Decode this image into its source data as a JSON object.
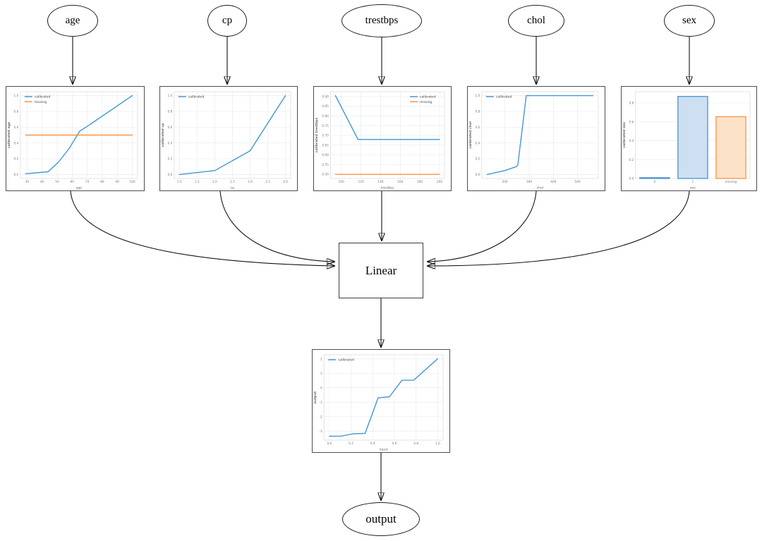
{
  "nodes": {
    "age": {
      "label": "age"
    },
    "cp": {
      "label": "cp"
    },
    "trestbps": {
      "label": "trestbps"
    },
    "chol": {
      "label": "chol"
    },
    "sex": {
      "label": "sex"
    },
    "linear": {
      "label": "Linear"
    },
    "output": {
      "label": "output"
    }
  },
  "colors": {
    "calibrated": "#4596d2",
    "missing": "#fd9243",
    "calibrated_fill": "#cddff1",
    "missing_fill": "#fce3c8",
    "grid": "#e7ecf2",
    "frame": "#d7dde5",
    "tick": "#777777",
    "label": "#666666",
    "legend_text": "#444444"
  },
  "chart_data": [
    {
      "id": "age",
      "type": "line",
      "title": "",
      "xlabel": "age",
      "ylabel": "calibrated age",
      "xlim": [
        25.5,
        103.5
      ],
      "ylim": [
        -0.05,
        1.05
      ],
      "xticks": {
        "values": [
          30,
          40,
          50,
          60,
          70,
          80,
          90,
          100
        ],
        "labels": [
          "30",
          "40",
          "50",
          "60",
          "70",
          "80",
          "90",
          "100"
        ]
      },
      "yticks": {
        "values": [
          0.0,
          0.2,
          0.4,
          0.6,
          0.8,
          1.0
        ],
        "labels": [
          "0.0",
          "0.2",
          "0.4",
          "0.6",
          "0.8",
          "1.0"
        ]
      },
      "legend": {
        "position": "top-left",
        "entries": [
          {
            "label": "calibrated",
            "color": "calibrated"
          },
          {
            "label": "missing",
            "color": "missing"
          }
        ]
      },
      "series": [
        {
          "name": "calibrated",
          "color": "calibrated",
          "points": [
            [
              29,
              0.01
            ],
            [
              44,
              0.035
            ],
            [
              51,
              0.16
            ],
            [
              58,
              0.33
            ],
            [
              65,
              0.55
            ],
            [
              70,
              0.61
            ],
            [
              100,
              1.0
            ]
          ]
        },
        {
          "name": "missing",
          "color": "missing",
          "points": [
            [
              29,
              0.5
            ],
            [
              100,
              0.5
            ]
          ]
        }
      ]
    },
    {
      "id": "cp",
      "type": "line",
      "title": "",
      "xlabel": "cp",
      "ylabel": "calibrated cp",
      "xlim": [
        0.85,
        4.15
      ],
      "ylim": [
        -0.05,
        1.05
      ],
      "xticks": {
        "values": [
          1.0,
          1.5,
          2.0,
          2.5,
          3.0,
          3.5,
          4.0
        ],
        "labels": [
          "1.0",
          "1.5",
          "2.0",
          "2.5",
          "3.0",
          "3.5",
          "4.0"
        ]
      },
      "yticks": {
        "values": [
          0.0,
          0.2,
          0.4,
          0.6,
          0.8,
          1.0
        ],
        "labels": [
          "0.0",
          "0.2",
          "0.4",
          "0.6",
          "0.8",
          "1.0"
        ]
      },
      "legend": {
        "position": "top-left",
        "entries": [
          {
            "label": "calibrated",
            "color": "calibrated"
          }
        ]
      },
      "series": [
        {
          "name": "calibrated",
          "color": "calibrated",
          "points": [
            [
              1.0,
              0.0
            ],
            [
              2.0,
              0.05
            ],
            [
              3.0,
              0.3
            ],
            [
              4.0,
              1.0
            ]
          ]
        }
      ]
    },
    {
      "id": "trestbps",
      "type": "line",
      "title": "",
      "xlabel": "trestbps",
      "ylabel": "calibrated trestbps",
      "xlim": [
        89,
        205
      ],
      "ylim": [
        0.478,
        0.925
      ],
      "xticks": {
        "values": [
          100,
          120,
          140,
          160,
          180,
          200
        ],
        "labels": [
          "100",
          "120",
          "140",
          "160",
          "180",
          "200"
        ]
      },
      "yticks": {
        "values": [
          0.5,
          0.55,
          0.6,
          0.65,
          0.7,
          0.75,
          0.8,
          0.85,
          0.9
        ],
        "labels": [
          "0.50",
          "0.55",
          "0.60",
          "0.65",
          "0.70",
          "0.75",
          "0.80",
          "0.85",
          "0.90"
        ]
      },
      "legend": {
        "position": "top-right",
        "entries": [
          {
            "label": "calibrated",
            "color": "calibrated"
          },
          {
            "label": "missing",
            "color": "missing"
          }
        ]
      },
      "series": [
        {
          "name": "calibrated",
          "color": "calibrated",
          "points": [
            [
              94,
              0.905
            ],
            [
              117,
              0.679
            ],
            [
              200,
              0.679
            ]
          ]
        },
        {
          "name": "missing",
          "color": "missing",
          "points": [
            [
              94,
              0.499
            ],
            [
              200,
              0.499
            ]
          ]
        }
      ]
    },
    {
      "id": "chol",
      "type": "line",
      "title": "",
      "xlabel": "chol",
      "ylabel": "calibrated chol",
      "xlim": [
        104,
        586
      ],
      "ylim": [
        -0.05,
        1.05
      ],
      "xticks": {
        "values": [
          200,
          300,
          400,
          500
        ],
        "labels": [
          "200",
          "300",
          "400",
          "500"
        ]
      },
      "yticks": {
        "values": [
          0.0,
          0.2,
          0.4,
          0.6,
          0.8,
          1.0
        ],
        "labels": [
          "0.0",
          "0.2",
          "0.4",
          "0.6",
          "0.8",
          "1.0"
        ]
      },
      "legend": {
        "position": "top-left",
        "entries": [
          {
            "label": "calibrated",
            "color": "calibrated"
          }
        ]
      },
      "series": [
        {
          "name": "calibrated",
          "color": "calibrated",
          "points": [
            [
              126,
              0.0
            ],
            [
              200,
              0.05
            ],
            [
              247,
              0.1
            ],
            [
              253,
              0.12
            ],
            [
              288,
              1.0
            ],
            [
              564,
              1.0
            ]
          ]
        }
      ]
    },
    {
      "id": "sex",
      "type": "bar",
      "title": "",
      "xlabel": "sex",
      "ylabel": "calibrated sex",
      "categories": [
        "0",
        "1",
        "missing"
      ],
      "values": [
        0.008,
        0.87,
        0.655
      ],
      "bar_colors": [
        "calibrated",
        "calibrated",
        "missing"
      ],
      "ylim": [
        0,
        0.92
      ],
      "yticks": {
        "values": [
          0.0,
          0.2,
          0.4,
          0.6,
          0.8
        ],
        "labels": [
          "0.0",
          "0.2",
          "0.4",
          "0.6",
          "0.8"
        ]
      },
      "legend": null
    },
    {
      "id": "output",
      "type": "line",
      "title": "",
      "xlabel": "input",
      "ylabel": "output",
      "xlim": [
        -0.05,
        1.05
      ],
      "ylim": [
        -3.62,
        2.28
      ],
      "xticks": {
        "values": [
          0.0,
          0.2,
          0.4,
          0.6,
          0.8,
          1.0
        ],
        "labels": [
          "0.0",
          "0.2",
          "0.4",
          "0.6",
          "0.8",
          "1.0"
        ]
      },
      "yticks": {
        "values": [
          -3,
          -2,
          -1,
          0,
          1,
          2
        ],
        "labels": [
          "-3",
          "-2",
          "-1",
          "0",
          "1",
          "2"
        ]
      },
      "legend": {
        "position": "top-left",
        "entries": [
          {
            "label": "calibrated",
            "color": "calibrated"
          }
        ]
      },
      "series": [
        {
          "name": "calibrated",
          "color": "calibrated",
          "points": [
            [
              0.0,
              -3.35
            ],
            [
              0.11,
              -3.34
            ],
            [
              0.22,
              -3.18
            ],
            [
              0.33,
              -3.15
            ],
            [
              0.45,
              -0.7
            ],
            [
              0.555,
              -0.62
            ],
            [
              0.67,
              0.52
            ],
            [
              0.78,
              0.53
            ],
            [
              1.0,
              2.0
            ]
          ]
        }
      ]
    }
  ]
}
